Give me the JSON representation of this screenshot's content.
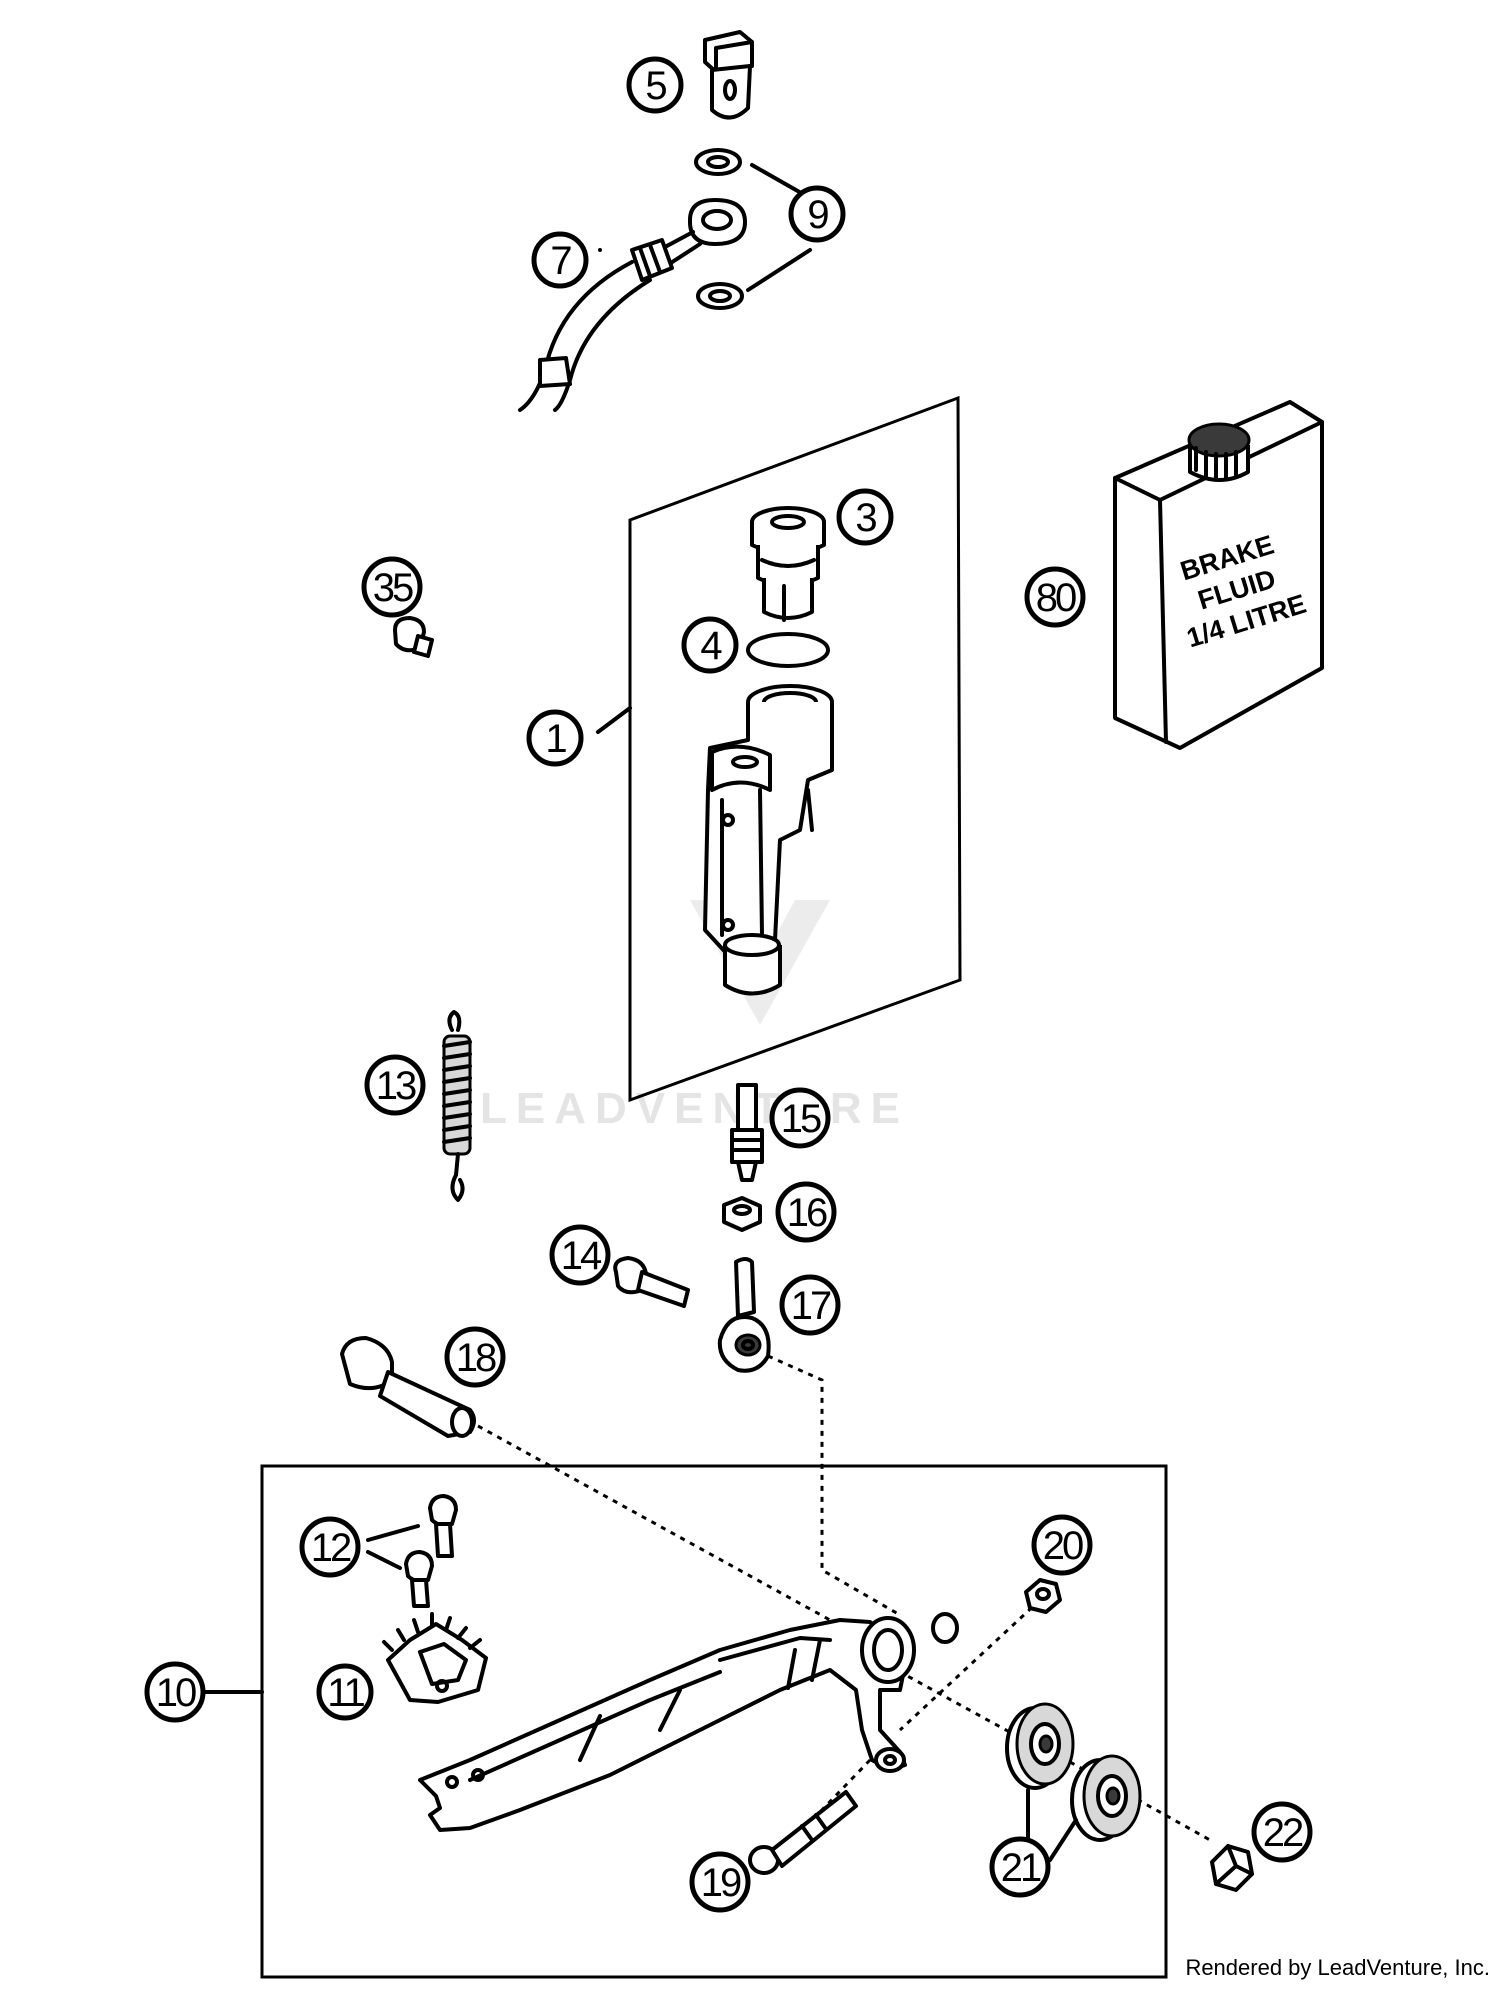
{
  "callouts": [
    {
      "label": "1"
    },
    {
      "label": "3"
    },
    {
      "label": "4"
    },
    {
      "label": "5"
    },
    {
      "label": "7"
    },
    {
      "label": "9"
    },
    {
      "label": "10"
    },
    {
      "label": "11"
    },
    {
      "label": "12"
    },
    {
      "label": "13"
    },
    {
      "label": "14"
    },
    {
      "label": "15"
    },
    {
      "label": "16"
    },
    {
      "label": "17"
    },
    {
      "label": "18"
    },
    {
      "label": "19"
    },
    {
      "label": "20"
    },
    {
      "label": "21"
    },
    {
      "label": "22"
    },
    {
      "label": "35"
    },
    {
      "label": "80"
    }
  ],
  "fluid_can": {
    "line1": "BRAKE",
    "line2": "FLUID",
    "line3": "1/4 LITRE"
  },
  "watermark": "LEADVENTURE",
  "footer": "Rendered by LeadVenture, Inc."
}
